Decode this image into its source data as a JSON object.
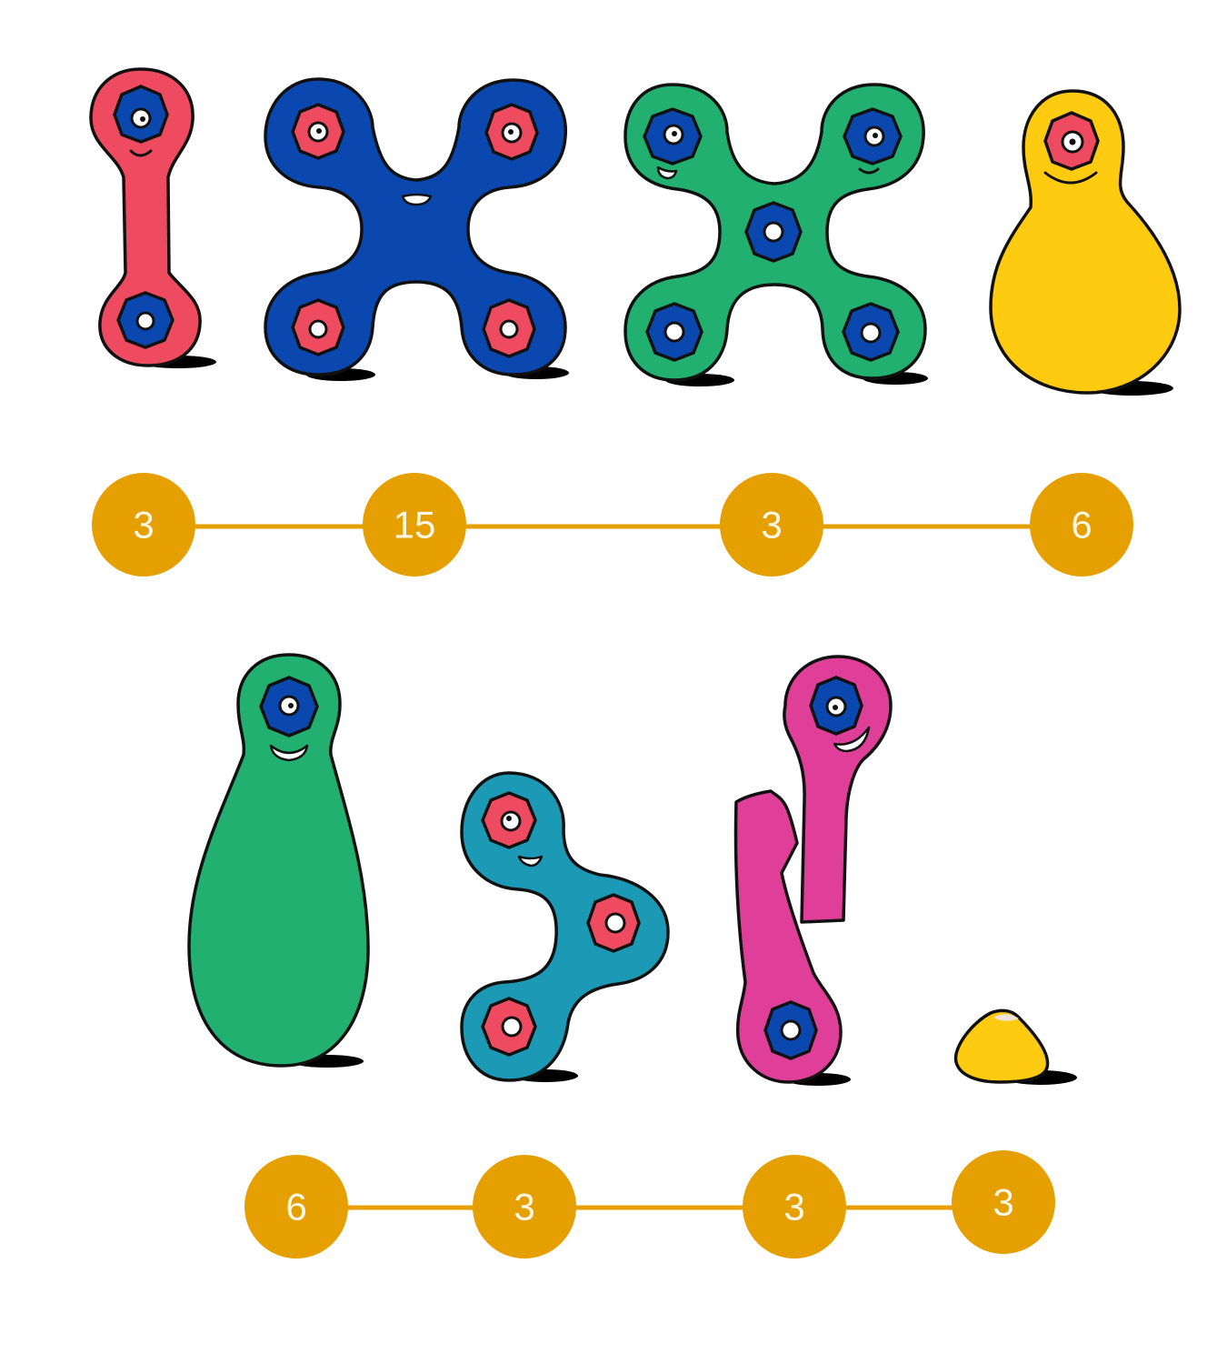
{
  "colors": {
    "red": "#ee4a60",
    "blue": "#0a48b0",
    "green": "#22b070",
    "yellow": "#fecb10",
    "teal": "#1c9ab5",
    "magenta": "#df3f99",
    "timeline": "#e5a000",
    "label_text": "#fff7e6",
    "outline": "#111111",
    "shadow": "#000000"
  },
  "rows": [
    {
      "characters": [
        {
          "name": "red-two-eyed-bar",
          "color": "red",
          "hubs": 2
        },
        {
          "name": "blue-four-arm-spinner",
          "color": "blue",
          "hubs": 4
        },
        {
          "name": "green-five-hub-spinner",
          "color": "green",
          "hubs": 5
        },
        {
          "name": "yellow-one-eyed-blob",
          "color": "yellow",
          "hubs": 1
        }
      ],
      "timeline": {
        "values": [
          "3",
          "15",
          "3",
          "6"
        ]
      }
    },
    {
      "characters": [
        {
          "name": "green-tall-blob",
          "color": "green",
          "hubs": 1
        },
        {
          "name": "teal-three-arm-spinner",
          "color": "teal",
          "hubs": 3
        },
        {
          "name": "magenta-folded-bar",
          "color": "magenta",
          "hubs": 2
        },
        {
          "name": "yellow-small-mound",
          "color": "yellow",
          "hubs": 0
        }
      ],
      "timeline": {
        "values": [
          "6",
          "3",
          "3",
          "3"
        ]
      }
    }
  ]
}
